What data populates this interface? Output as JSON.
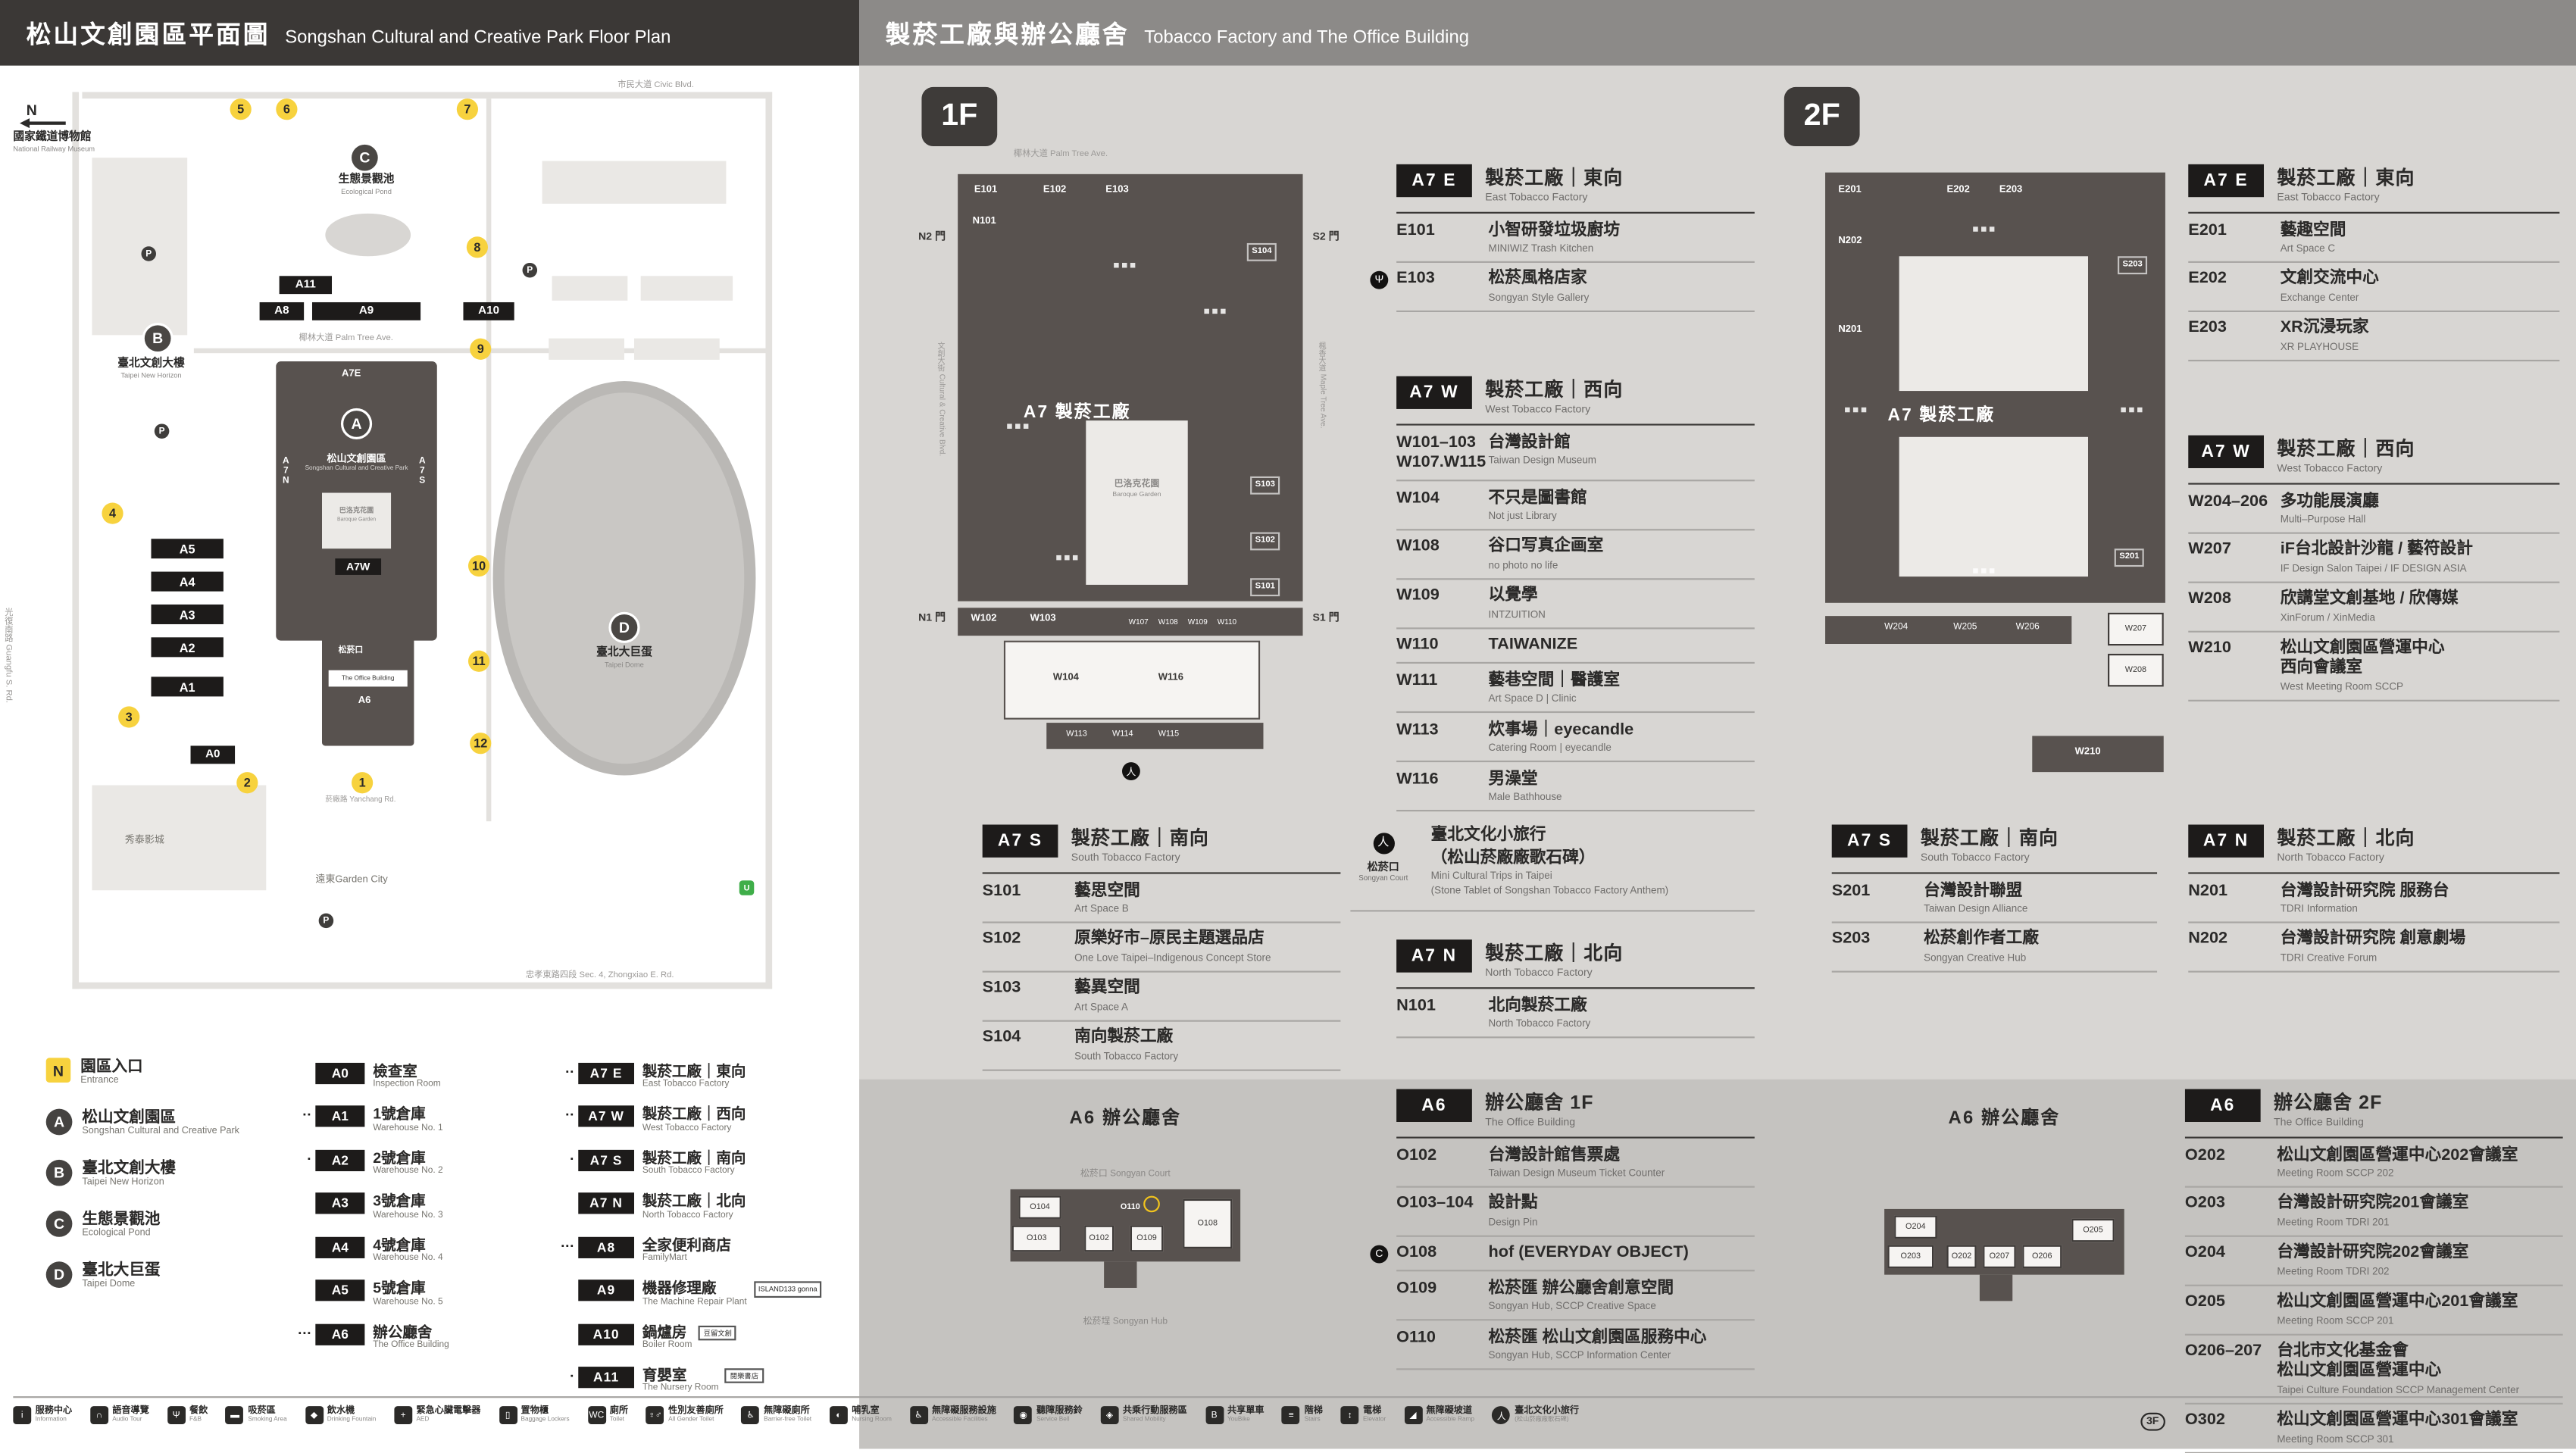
{
  "header": {
    "left_cn": "松山文創園區平面圖",
    "left_en": "Songshan Cultural and Creative Park Floor Plan",
    "right_cn": "製菸工廠與辦公廳舍",
    "right_en": "Tobacco Factory and The Office Building"
  },
  "colors": {
    "header_left": "#3b3836",
    "header_right": "#8c8a88",
    "panel": "#d8d6d3",
    "panel_lower": "#c5c3c0",
    "plan_dark": "#58524f",
    "badge_black": "#1d1b1a",
    "marker_yellow": "#f7d23e",
    "youbike_green": "#3fae49"
  },
  "map": {
    "compass": "N",
    "museum_cn": "國家鐵道博物館",
    "museum_en": "National Railway Museum",
    "street_top": "市民大道 Civic Blvd.",
    "street_left": "光復南路 Guangfu S. Rd.",
    "street_bottom": "忠孝東路四段 Sec. 4, Zhongxiao E. Rd.",
    "street_yanchang": "菸廠路 Yanchang Rd.",
    "palm_ave": "椰林大道 Palm Tree Ave.",
    "marker_a_cn": "松山文創園區",
    "marker_a_en": "Songshan Cultural and Creative Park",
    "marker_b_cn": "臺北文創大樓",
    "marker_b_en": "Taipei New Horizon",
    "marker_c_cn": "生態景觀池",
    "marker_c_en": "Ecological Pond",
    "marker_d_cn": "臺北大巨蛋",
    "marker_d_en": "Taipei Dome",
    "baroque_cn": "巴洛克花園",
    "baroque_en": "Baroque Garden",
    "songyan_court": "松菸口",
    "office_tag": "The Office Building",
    "cinema": "秀泰影城",
    "garden_city": "遠東Garden City",
    "youbike": "U",
    "parking": "P",
    "blocks": {
      "a0": "A0",
      "a1": "A1",
      "a2": "A2",
      "a3": "A3",
      "a4": "A4",
      "a5": "A5",
      "a6": "A6",
      "a7e": "A7E",
      "a7w": "A7W",
      "a7n": "A7N",
      "a7s": "A7S",
      "a8": "A8",
      "a9": "A9",
      "a10": "A10",
      "a11": "A11"
    },
    "numbers": [
      "1",
      "2",
      "3",
      "4",
      "5",
      "6",
      "7",
      "8",
      "9",
      "10",
      "11",
      "12"
    ]
  },
  "legend": {
    "places": [
      {
        "badge": "N",
        "type": "entrance",
        "cn": "園區入口",
        "en": "Entrance"
      },
      {
        "badge": "A",
        "type": "dot",
        "cn": "松山文創園區",
        "en": "Songshan Cultural and Creative Park"
      },
      {
        "badge": "B",
        "type": "dot",
        "cn": "臺北文創大樓",
        "en": "Taipei New Horizon"
      },
      {
        "badge": "C",
        "type": "dot",
        "cn": "生態景觀池",
        "en": "Ecological Pond"
      },
      {
        "badge": "D",
        "type": "dot",
        "cn": "臺北大巨蛋",
        "en": "Taipei Dome"
      }
    ],
    "buildings": [
      {
        "code": "A0",
        "cn": "檢查室",
        "en": "Inspection Room",
        "icons": 0
      },
      {
        "code": "A1",
        "cn": "1號倉庫",
        "en": "Warehouse No. 1",
        "icons": 2
      },
      {
        "code": "A2",
        "cn": "2號倉庫",
        "en": "Warehouse No. 2",
        "icons": 1
      },
      {
        "code": "A3",
        "cn": "3號倉庫",
        "en": "Warehouse No. 3",
        "icons": 0
      },
      {
        "code": "A4",
        "cn": "4號倉庫",
        "en": "Warehouse No. 4",
        "icons": 0
      },
      {
        "code": "A5",
        "cn": "5號倉庫",
        "en": "Warehouse No. 5",
        "icons": 0
      },
      {
        "code": "A6",
        "cn": "辦公廳舍",
        "en": "The Office Building",
        "icons": 3
      }
    ],
    "factory": [
      {
        "code": "A7 E",
        "cn": "製菸工廠｜東向",
        "en": "East Tobacco Factory",
        "icons": 2
      },
      {
        "code": "A7 W",
        "cn": "製菸工廠｜西向",
        "en": "West Tobacco Factory",
        "icons": 2
      },
      {
        "code": "A7 S",
        "cn": "製菸工廠｜南向",
        "en": "South Tobacco Factory",
        "icons": 1
      },
      {
        "code": "A7 N",
        "cn": "製菸工廠｜北向",
        "en": "North Tobacco Factory",
        "icons": 0
      },
      {
        "code": "A8",
        "cn": "全家便利商店",
        "en": "FamilyMart",
        "icons": 3
      },
      {
        "code": "A9",
        "cn": "機器修理廠",
        "en": "The Machine Repair Plant",
        "icons": 0,
        "tag": "ISLAND133 gonna"
      },
      {
        "code": "A10",
        "cn": "鍋爐房",
        "en": "Boiler Room",
        "icons": 0,
        "tag": "豆留文創"
      },
      {
        "code": "A11",
        "cn": "育嬰室",
        "en": "The Nursery Room",
        "icons": 1,
        "tag": "閱樂書店"
      }
    ]
  },
  "icon_strip": [
    {
      "icon": "info",
      "cn": "服務中心",
      "en": "Information"
    },
    {
      "icon": "audio",
      "cn": "語音導覽",
      "en": "Audio Tour"
    },
    {
      "icon": "dining",
      "cn": "餐飲",
      "en": "F&B"
    },
    {
      "icon": "smoking",
      "cn": "吸菸區",
      "en": "Smoking Area"
    },
    {
      "icon": "water",
      "cn": "飲水機",
      "en": "Drinking Fountain"
    },
    {
      "icon": "aed",
      "cn": "緊急心臟電擊器",
      "en": "AED"
    },
    {
      "icon": "locker",
      "cn": "置物櫃",
      "en": "Baggage Lockers"
    },
    {
      "icon": "toilet",
      "cn": "廁所",
      "en": "Toilet"
    },
    {
      "icon": "gender",
      "cn": "性別友善廁所",
      "en": "All Gender Toilet"
    },
    {
      "icon": "access-toilet",
      "cn": "無障礙廁所",
      "en": "Barrier-free Toilet"
    },
    {
      "icon": "nursing",
      "cn": "哺乳室",
      "en": "Nursing Room"
    },
    {
      "icon": "access",
      "cn": "無障礙服務設施",
      "en": "Accessible Facilities"
    },
    {
      "icon": "bell",
      "cn": "聽障服務鈴",
      "en": "Service Bell"
    },
    {
      "icon": "shuttle",
      "cn": "共乘行動服務區",
      "en": "Shared Mobility"
    },
    {
      "icon": "bike",
      "cn": "共享單車",
      "en": "YouBike"
    },
    {
      "icon": "stairs",
      "cn": "階梯",
      "en": "Stairs"
    },
    {
      "icon": "elevator",
      "cn": "電梯",
      "en": "Elevator"
    },
    {
      "icon": "ramp",
      "cn": "無障礙坡道",
      "en": "Accessible Ramp"
    },
    {
      "icon": "trip",
      "cn": "臺北文化小旅行",
      "en": "(松山菸廠廠歌石碑)"
    }
  ],
  "f1": {
    "badge": "1F",
    "street_top": "椰林大道 Palm Tree Ave.",
    "street_left": "文創大街 Cultural & Creative Blvd.",
    "street_right": "楓香大道 Maple Tree Ave.",
    "center": "A7 製菸工廠",
    "garden_cn": "巴洛克花園",
    "garden_en": "Baroque Garden",
    "gates": [
      "N2 門",
      "S2 門",
      "N1 門",
      "S1 門"
    ],
    "rooms": [
      "E101",
      "E102",
      "E103",
      "N101",
      "S104",
      "S103",
      "S102",
      "S101",
      "W102",
      "W103",
      "W107",
      "W108",
      "W109",
      "W110",
      "W104",
      "W116",
      "W113",
      "W114",
      "W115"
    ]
  },
  "f1_sections": [
    {
      "box": "A7 E",
      "cn": "製菸工廠｜東向",
      "en": "East Tobacco Factory",
      "rows": [
        {
          "code": "E101",
          "cn": "小智研發垃圾廚坊",
          "en": "MINIWIZ Trash Kitchen"
        },
        {
          "icon": "dining",
          "code": "E103",
          "cn": "松菸風格店家",
          "en": "Songyan Style Gallery"
        }
      ]
    },
    {
      "box": "A7 W",
      "cn": "製菸工廠｜西向",
      "en": "West Tobacco Factory",
      "rows": [
        {
          "code": "W101–103",
          "code2": "W107.W115",
          "cn": "台灣設計館",
          "en": "Taiwan Design Museum"
        },
        {
          "code": "W104",
          "cn": "不只是圖書館",
          "en": "Not just Library"
        },
        {
          "code": "W108",
          "cn": "谷口写真企画室",
          "en": "no photo no life"
        },
        {
          "code": "W109",
          "cn": "以覺學",
          "en": "INTZUITION"
        },
        {
          "code": "W110",
          "cn": "TAIWANIZE",
          "en": ""
        },
        {
          "code": "W111",
          "cn": "藝巷空間｜醫護室",
          "en": "Art Space D | Clinic"
        },
        {
          "code": "W113",
          "cn": "炊事場｜eyecandle",
          "en": "Catering Room | eyecandle"
        },
        {
          "code": "W116",
          "cn": "男澡堂",
          "en": "Male Bathhouse"
        }
      ]
    },
    {
      "box": "A7 S",
      "cn": "製菸工廠｜南向",
      "en": "South Tobacco Factory",
      "rows": [
        {
          "code": "S101",
          "cn": "藝思空間",
          "en": "Art Space B"
        },
        {
          "code": "S102",
          "cn": "原樂好市–原民主題選品店",
          "en": "One Love Taipei–Indigenous Concept Store"
        },
        {
          "code": "S103",
          "cn": "藝異空間",
          "en": "Art Space A"
        },
        {
          "code": "S104",
          "cn": "南向製菸工廠",
          "en": "South Tobacco Factory"
        }
      ]
    },
    {
      "box": "A7 N",
      "cn": "製菸工廠｜北向",
      "en": "North Tobacco Factory",
      "rows": [
        {
          "code": "N101",
          "cn": "北向製菸工廠",
          "en": "North Tobacco Factory"
        }
      ]
    }
  ],
  "court": {
    "label_cn": "松菸口",
    "label_en": "Songyan Court",
    "cn": "臺北文化小旅行",
    "cn2": "（松山菸廠廠歌石碑）",
    "en": "Mini Cultural Trips in Taipei",
    "en2": "(Stone Tablet of Songshan Tobacco Factory Anthem)"
  },
  "f2": {
    "badge": "2F",
    "center": "A7 製菸工廠",
    "rooms": [
      "E201",
      "E202",
      "E203",
      "N202",
      "N201",
      "S203",
      "S201",
      "W204",
      "W205",
      "W206",
      "W207",
      "W208",
      "W210"
    ]
  },
  "f2_sections": [
    {
      "box": "A7 E",
      "cn": "製菸工廠｜東向",
      "en": "East Tobacco Factory",
      "rows": [
        {
          "code": "E201",
          "cn": "藝趣空間",
          "en": "Art Space C"
        },
        {
          "code": "E202",
          "cn": "文創交流中心",
          "en": "Exchange Center"
        },
        {
          "code": "E203",
          "cn": "XR沉浸玩家",
          "en": "XR PLAYHOUSE"
        }
      ]
    },
    {
      "box": "A7 W",
      "cn": "製菸工廠｜西向",
      "en": "West Tobacco Factory",
      "rows": [
        {
          "code": "W204–206",
          "cn": "多功能展演廳",
          "en": "Multi–Purpose Hall"
        },
        {
          "code": "W207",
          "cn": "iF台北設計沙龍 / 藝符設計",
          "en": "IF Design Salon Taipei / IF DESIGN ASIA"
        },
        {
          "code": "W208",
          "cn": "欣講堂文創基地 / 欣傳媒",
          "en": "XinForum / XinMedia"
        },
        {
          "code": "W210",
          "cn": "松山文創園區營運中心",
          "cn2": "西向會議室",
          "en": "West Meeting Room SCCP"
        }
      ]
    },
    {
      "box": "A7 S",
      "cn": "製菸工廠｜南向",
      "en": "South Tobacco Factory",
      "rows": [
        {
          "code": "S201",
          "cn": "台灣設計聯盟",
          "en": "Taiwan Design Alliance"
        },
        {
          "code": "S203",
          "cn": "松菸創作者工廠",
          "en": "Songyan Creative Hub"
        }
      ]
    },
    {
      "box": "A7 N",
      "cn": "製菸工廠｜北向",
      "en": "North Tobacco Factory",
      "rows": [
        {
          "code": "N201",
          "cn": "台灣設計研究院 服務台",
          "en": "TDRI Information"
        },
        {
          "code": "N202",
          "cn": "台灣設計研究院 創意劇場",
          "en": "TDRI Creative Forum"
        }
      ]
    }
  ],
  "a6f1": {
    "plan_title": "A6 辦公廳舍",
    "court": "松菸口 Songyan Court",
    "hub": "松菸埕 Songyan Hub",
    "rooms": [
      "O104",
      "O103",
      "O102",
      "O110",
      "O109",
      "O108"
    ],
    "box": "A6",
    "cn": "辦公廳舍 1F",
    "en": "The Office Building",
    "rows": [
      {
        "code": "O102",
        "cn": "台灣設計館售票處",
        "en": "Taiwan Design Museum Ticket Counter"
      },
      {
        "code": "O103–104",
        "cn": "設計點",
        "en": "Design Pin"
      },
      {
        "icon": "cafe",
        "code": "O108",
        "cn": "hof (EVERYDAY OBJECT)",
        "en": ""
      },
      {
        "code": "O109",
        "cn": "松菸匯 辦公廳舍創意空間",
        "en": "Songyan Hub, SCCP Creative Space"
      },
      {
        "code": "O110",
        "cn": "松菸匯 松山文創園區服務中心",
        "en": "Songyan Hub, SCCP Information Center"
      }
    ]
  },
  "a6f2": {
    "plan_title": "A6 辦公廳舍",
    "rooms": [
      "O204",
      "O203",
      "O202",
      "O207",
      "O206",
      "O205"
    ],
    "box": "A6",
    "cn": "辦公廳舍 2F",
    "en": "The Office Building",
    "rows": [
      {
        "code": "O202",
        "cn": "松山文創園區營運中心202會議室",
        "en": "Meeting Room SCCP 202"
      },
      {
        "code": "O203",
        "cn": "台灣設計研究院201會議室",
        "en": "Meeting Room TDRI 201"
      },
      {
        "code": "O204",
        "cn": "台灣設計研究院202會議室",
        "en": "Meeting Room TDRI 202"
      },
      {
        "code": "O205",
        "cn": "松山文創園區營運中心201會議室",
        "en": "Meeting Room SCCP 201"
      },
      {
        "code": "O206–207",
        "cn": "台北市文化基金會",
        "cn2": "松山文創園區營運中心",
        "en": "Taipei Culture Foundation SCCP Management Center"
      },
      {
        "badge": "3F",
        "code": "O302",
        "cn": "松山文創園區營運中心301會議室",
        "en": "Meeting Room SCCP 301"
      }
    ]
  }
}
